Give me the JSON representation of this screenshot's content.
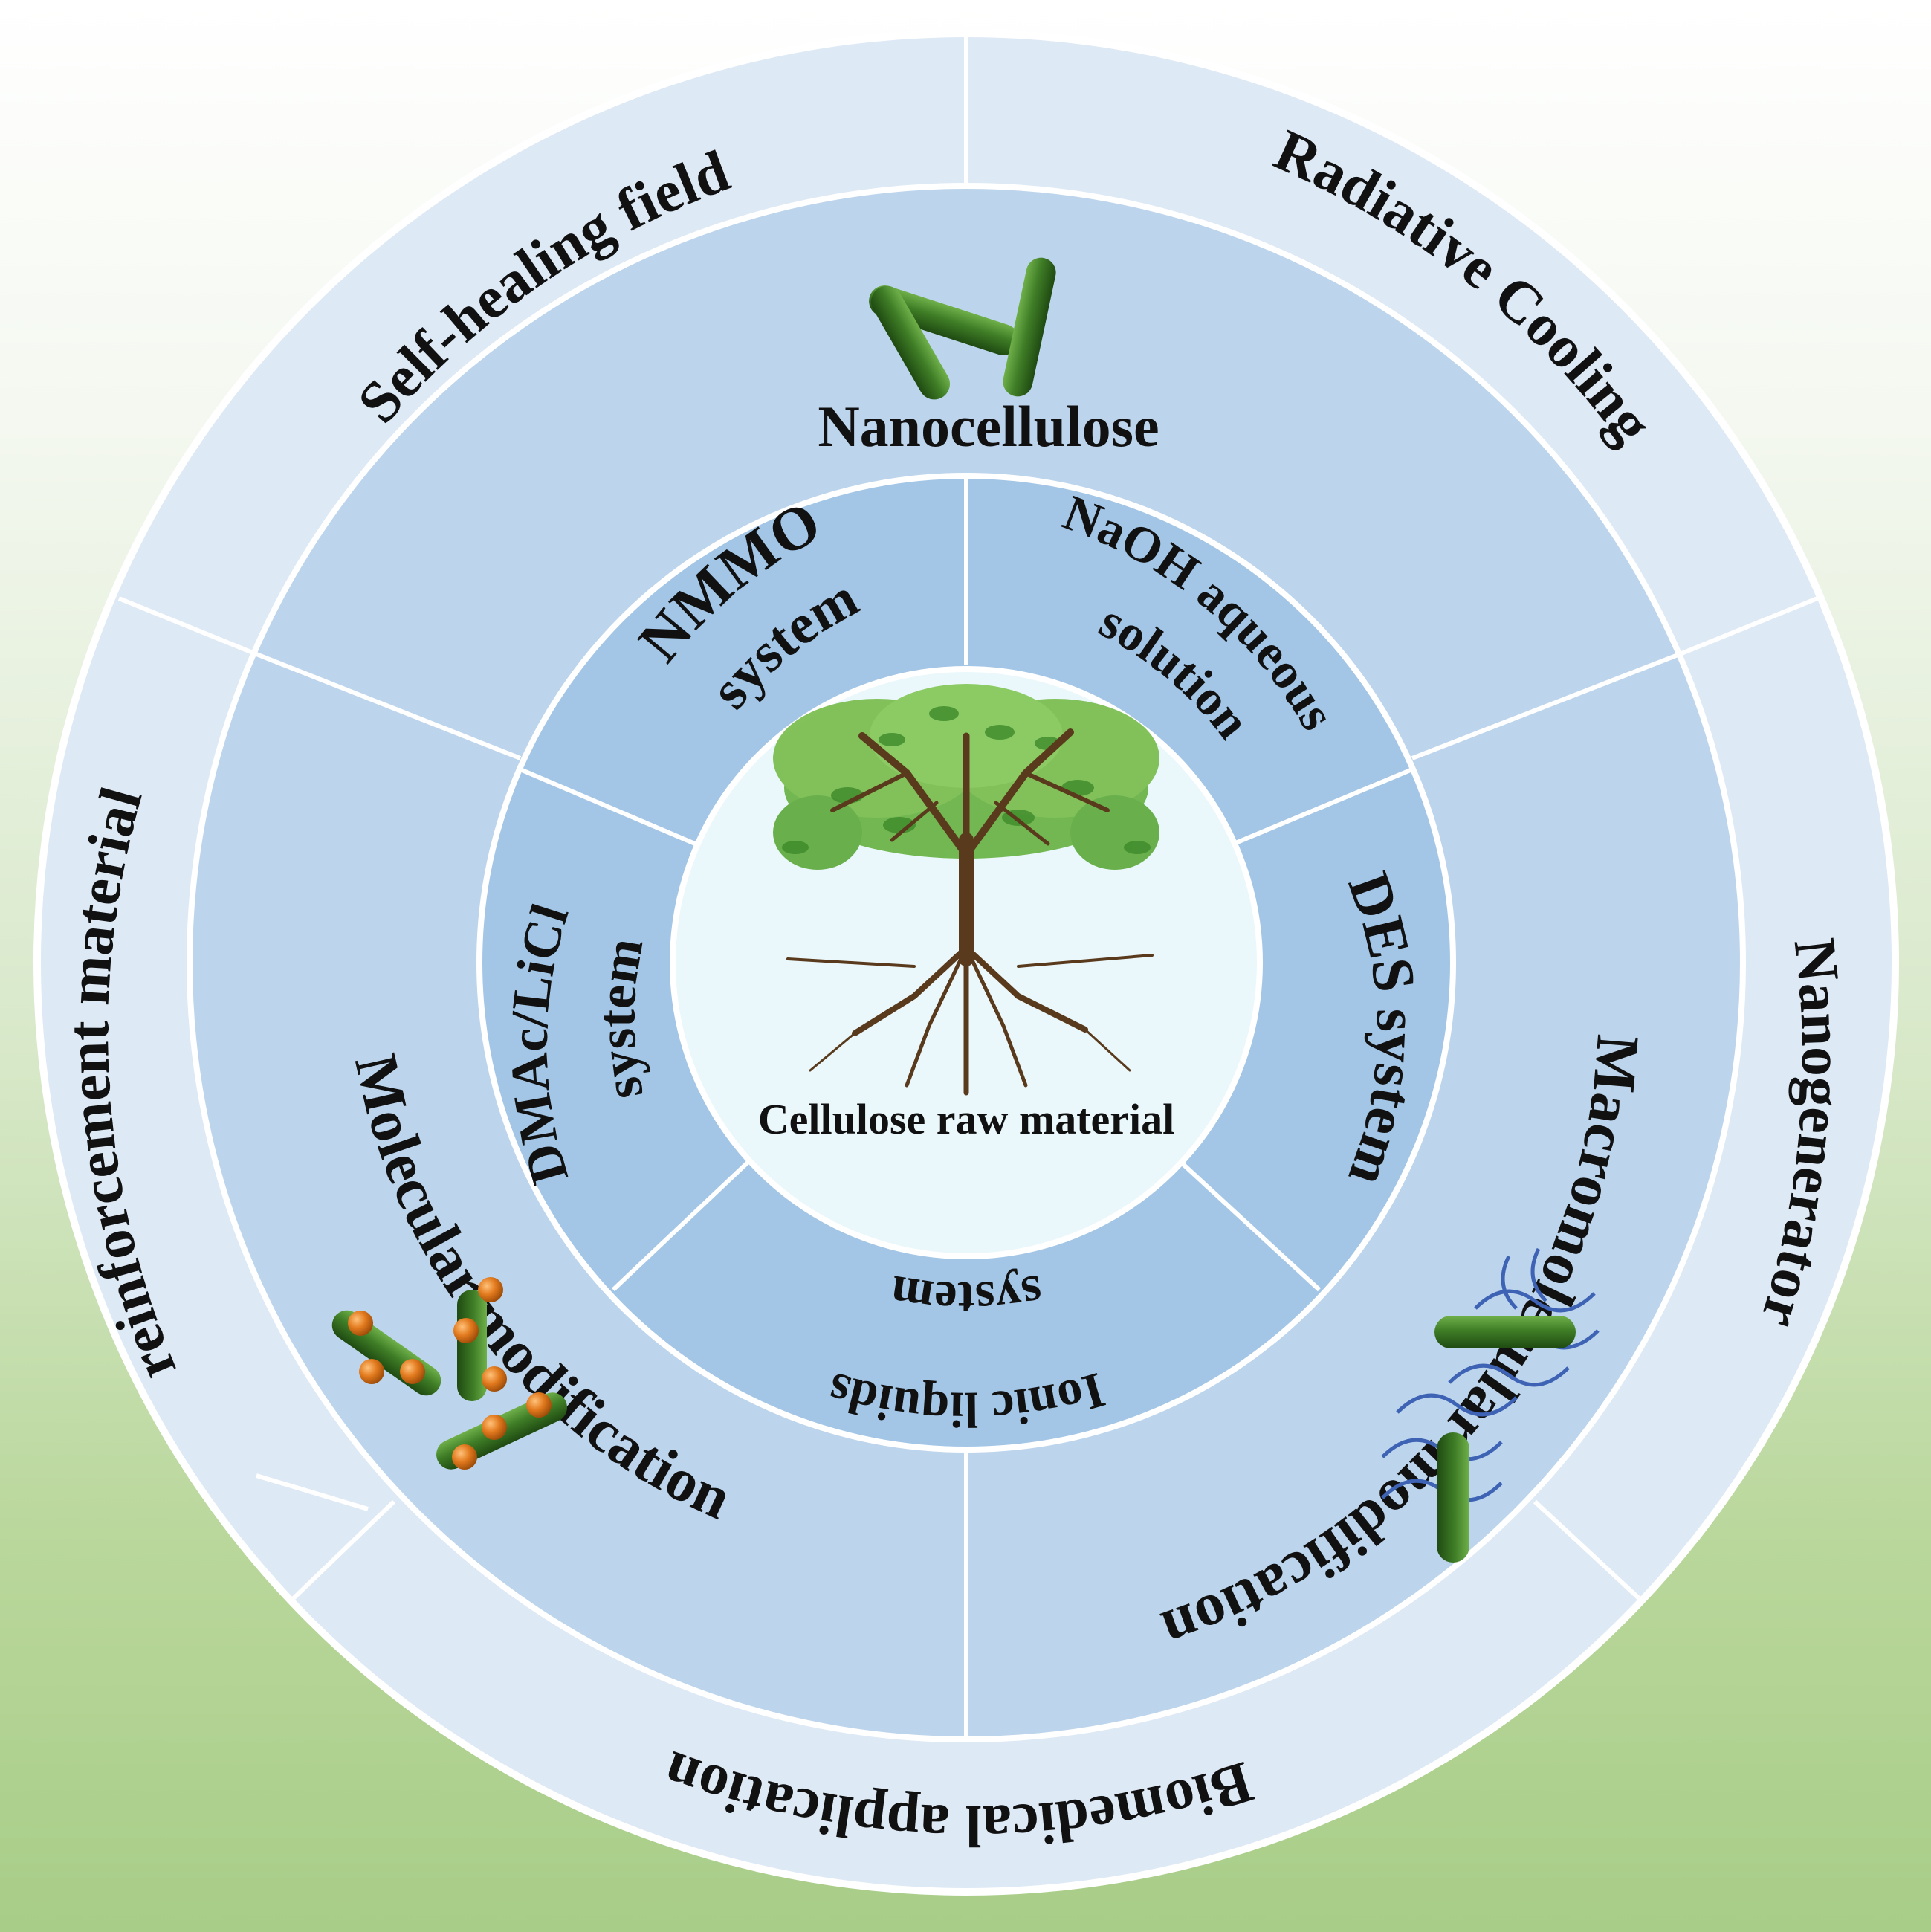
{
  "center": {
    "label": "Cellulose raw material"
  },
  "solvent_ring": {
    "nmmo": {
      "line1": "NMMO",
      "line2": "system"
    },
    "naoh": {
      "line1": "NaOH aqueous",
      "line2": "solution"
    },
    "des": {
      "label": "DES system"
    },
    "ionic": {
      "line1": "Ionic liquids",
      "line2": "system"
    },
    "dmac": {
      "line1": "DMAc/LiCl",
      "line2": "system"
    }
  },
  "modification_ring": {
    "top": "Nanocellulose",
    "left": "Molecular modification",
    "right": "Macromolecular modification"
  },
  "application_ring": {
    "self_healing": "Self-healing field",
    "radiative": "Radiative Cooling",
    "reinforcement": "reinforcement material",
    "nanogenerator": "Nanogenerator",
    "biomedical": "Biomedical application"
  },
  "colors": {
    "outer_ring": "#dde9f5",
    "middle_ring": "#bdd5ec",
    "inner_ring": "#a3c6e6",
    "center": "#eaf8fb",
    "rod_green": "#3f7d26",
    "ball_orange": "#e27a1e",
    "wave_blue": "#3e63b5"
  }
}
